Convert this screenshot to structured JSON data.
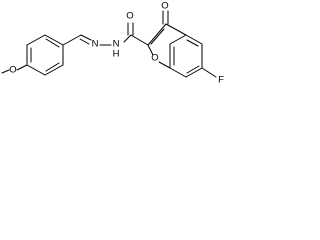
{
  "molecule": {
    "atoms": {
      "methoxy_o": "O",
      "hydrazone_n1": "N",
      "hydrazone_n2": "N",
      "nh_h": "H",
      "ring_o": "O",
      "carbonyl_o": "O",
      "keto_o": "O",
      "fluoro": "F"
    }
  }
}
